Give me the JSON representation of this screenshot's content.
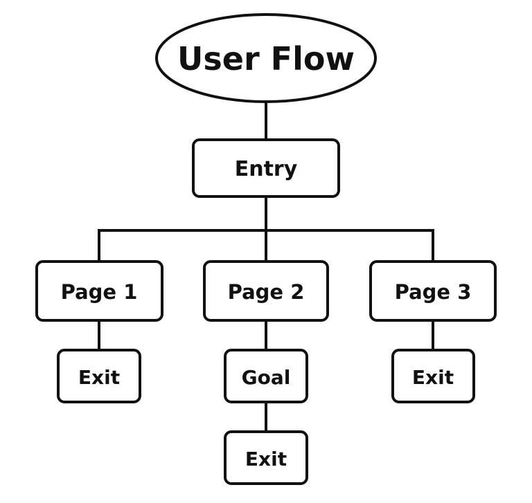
{
  "diagram": {
    "title": "User Flow",
    "nodes": {
      "entry": "Entry",
      "page1": "Page 1",
      "page2": "Page 2",
      "page3": "Page 3",
      "exit1": "Exit",
      "goal": "Goal",
      "exit3": "Exit",
      "exit2": "Exit"
    }
  },
  "colors": {
    "stroke": "#111111",
    "fill": "#ffffff",
    "text": "#111111"
  }
}
